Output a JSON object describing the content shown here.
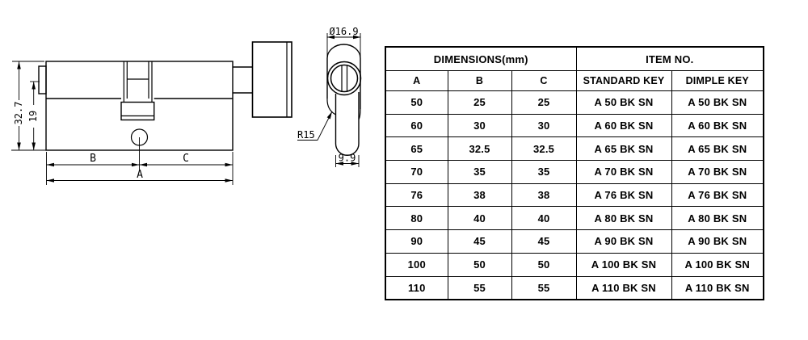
{
  "drawing": {
    "side_view": {
      "dim_total_height": "32.7",
      "dim_inner_height": "19",
      "dim_b": "B",
      "dim_c": "C",
      "dim_a": "A"
    },
    "end_view": {
      "dim_diameter": "Ø16.9",
      "dim_radius": "R15",
      "dim_bottom_width": "9.9"
    }
  },
  "table": {
    "group_headers": [
      {
        "label": "DIMENSIONS(mm)",
        "span": 3
      },
      {
        "label": "ITEM NO.",
        "span": 2
      }
    ],
    "columns": [
      "A",
      "B",
      "C",
      "STANDARD KEY",
      "DIMPLE KEY"
    ],
    "rows": [
      [
        "50",
        "25",
        "25",
        "A 50 BK SN",
        "A 50 BK SN"
      ],
      [
        "60",
        "30",
        "30",
        "A 60 BK SN",
        "A 60 BK SN"
      ],
      [
        "65",
        "32.5",
        "32.5",
        "A 65 BK SN",
        "A 65 BK SN"
      ],
      [
        "70",
        "35",
        "35",
        "A 70 BK SN",
        "A 70 BK SN"
      ],
      [
        "76",
        "38",
        "38",
        "A 76 BK SN",
        "A 76 BK SN"
      ],
      [
        "80",
        "40",
        "40",
        "A 80 BK SN",
        "A 80 BK SN"
      ],
      [
        "90",
        "45",
        "45",
        "A 90 BK SN",
        "A 90 BK SN"
      ],
      [
        "100",
        "50",
        "50",
        "A 100 BK SN",
        "A 100 BK SN"
      ],
      [
        "110",
        "55",
        "55",
        "A 110 BK SN",
        "A 110 BK SN"
      ]
    ]
  },
  "colors": {
    "line": "#000000",
    "background": "#ffffff"
  }
}
